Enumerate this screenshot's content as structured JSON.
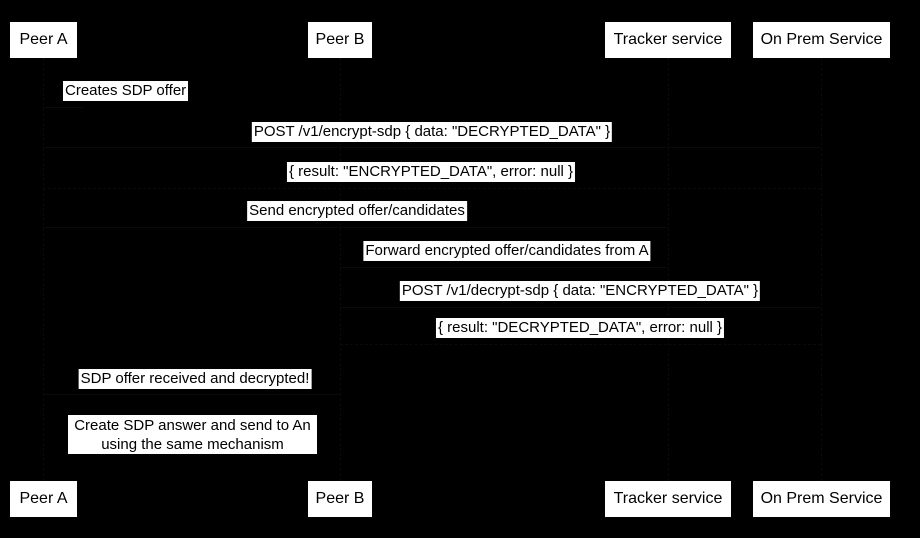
{
  "diagram": {
    "type": "sequence-diagram",
    "colors": {
      "background": "#000000",
      "box_fill": "#ffffff",
      "text": "#000000"
    },
    "participants": [
      {
        "id": "peer-a",
        "label": "Peer A"
      },
      {
        "id": "peer-b",
        "label": "Peer B"
      },
      {
        "id": "tracker",
        "label": "Tracker service"
      },
      {
        "id": "onprem",
        "label": "On Prem Service"
      }
    ],
    "messages": [
      {
        "id": "creates-sdp-offer",
        "text": "Creates SDP offer"
      },
      {
        "id": "post-encrypt-sdp",
        "text": "POST /v1/encrypt-sdp { data: \"DECRYPTED_DATA\" }"
      },
      {
        "id": "encrypt-result",
        "text": "{ result: \"ENCRYPTED_DATA\", error: null }"
      },
      {
        "id": "send-encrypted-offer",
        "text": "Send encrypted offer/candidates"
      },
      {
        "id": "forward-encrypted",
        "text": "Forward encrypted offer/candidates from A"
      },
      {
        "id": "post-decrypt-sdp",
        "text": "POST /v1/decrypt-sdp { data: \"ENCRYPTED_DATA\" }"
      },
      {
        "id": "decrypt-result",
        "text": "{ result: \"DECRYPTED_DATA\", error: null }"
      },
      {
        "id": "sdp-offer-received",
        "text": "SDP offer received and decrypted!"
      }
    ],
    "note": {
      "line1": "Create SDP answer and send to An",
      "line2": "using the same mechanism"
    }
  }
}
